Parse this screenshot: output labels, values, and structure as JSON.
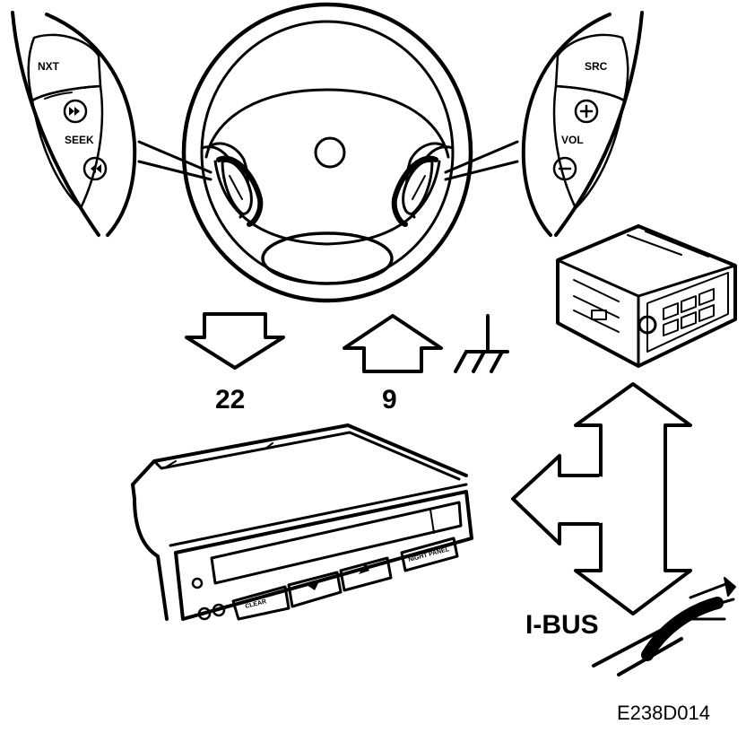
{
  "left_pad": {
    "top_button": "NXT",
    "middle_label": "SEEK"
  },
  "right_pad": {
    "top_button": "SRC",
    "middle_label": "VOL"
  },
  "signals": {
    "output_pin": "22",
    "input_pin": "9"
  },
  "bus_label": "I-BUS",
  "panel": {
    "clear_button": "CLEAR",
    "night_button": "NIGHT PANEL"
  },
  "figure_code": "E238D014",
  "icons": {
    "ground": "ground-symbol-icon",
    "seek_forward": "fast-forward-icon",
    "seek_back": "rewind-icon",
    "vol_up": "plus-icon",
    "vol_down": "minus-icon"
  }
}
